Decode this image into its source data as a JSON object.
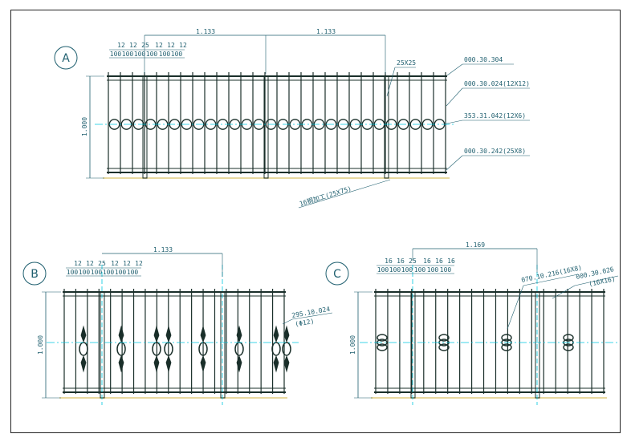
{
  "views": {
    "a": {
      "badge": "A",
      "top_dims_small": [
        "12",
        "12",
        "25",
        "12",
        "12",
        "12"
      ],
      "top_dims_100": [
        "100",
        "100",
        "100",
        "100",
        "100",
        "100"
      ],
      "span1": "1.133",
      "span2": "1.133",
      "height": "1.000",
      "post_label": "25X25",
      "callouts": [
        "000.30.304",
        "000.30.024(12X12)",
        "353.31.042(12X6)",
        "000.30.242(25X8)"
      ],
      "base_note": "16钢加工(25X75)"
    },
    "b": {
      "badge": "B",
      "top_dims_small": [
        "12",
        "12",
        "25",
        "12",
        "12",
        "12"
      ],
      "top_dims_100": [
        "100",
        "100",
        "100",
        "100",
        "100",
        "100"
      ],
      "span": "1.133",
      "height": "1.000",
      "callout_code": "295.10.024",
      "callout_size": "(Φ12)"
    },
    "c": {
      "badge": "C",
      "top_dims_small": [
        "16",
        "16",
        "25",
        "16",
        "16",
        "16"
      ],
      "top_dims_100": [
        "100",
        "100",
        "100",
        "100",
        "100",
        "100"
      ],
      "span": "1.169",
      "height": "1.000",
      "callout1": "070.10.216(16X8)",
      "callout2_code": "000.30.026",
      "callout2_size": "(16X16)"
    }
  },
  "colors": {
    "frame": "#222222",
    "rail": "#1a2f2a",
    "dimension": "#1f5f6f",
    "centerline": "#00c8e0",
    "ground": "#e8d9a0"
  }
}
